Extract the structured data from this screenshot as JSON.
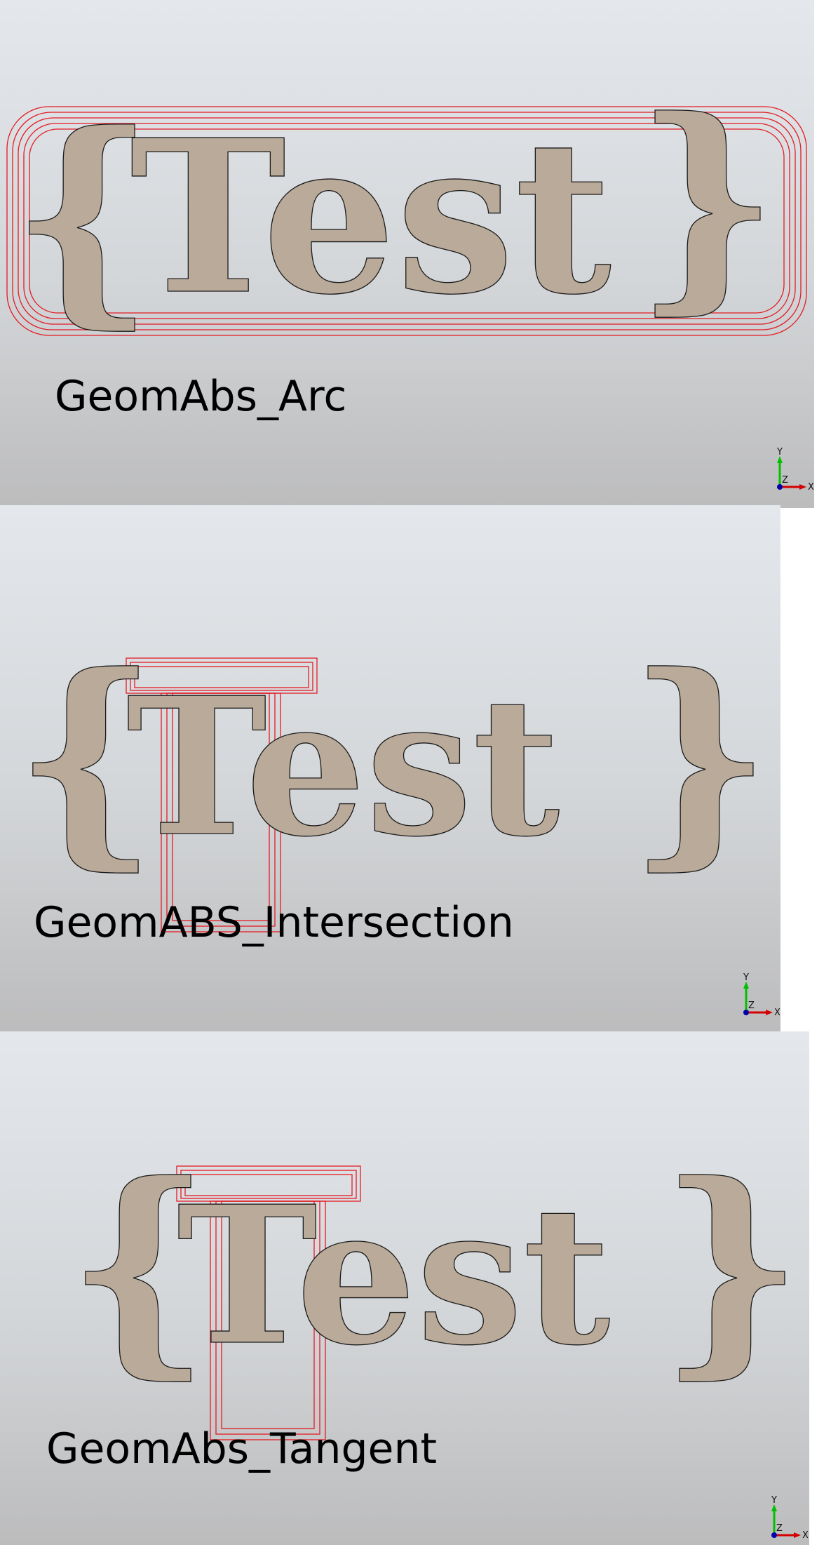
{
  "shape_text": "{Test}",
  "colors": {
    "fill": "#b9aa99",
    "edge": "#1a1a1a",
    "offset": "#e31b23",
    "x_axis": "#d40000",
    "y_axis": "#00c000",
    "z_axis": "#0000aa"
  },
  "viewports": [
    {
      "label": "GeomAbs_Arc"
    },
    {
      "label": "GeomABS_Intersection"
    },
    {
      "label": "GeomAbs_Tangent"
    }
  ],
  "axes": {
    "x": "X",
    "y": "Y",
    "z": "Z"
  }
}
